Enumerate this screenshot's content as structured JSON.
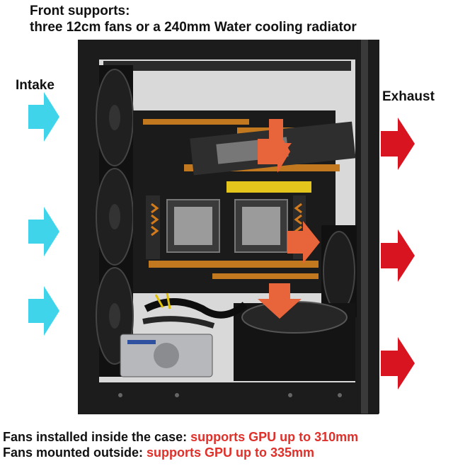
{
  "header": {
    "line1": "Front supports:",
    "line2": "three 12cm fans or a 240mm Water cooling radiator"
  },
  "labels": {
    "intake": "Intake",
    "exhaust": "Exhaust"
  },
  "footer": {
    "line1_prefix": "Fans installed inside the case: ",
    "line1_value": "supports GPU up to 310mm",
    "line2_prefix": "Fans mounted outside: ",
    "line2_value": "supports GPU up to 335mm"
  },
  "colors": {
    "intake_arrow": "#3fd4ea",
    "exhaust_arrow": "#d81420",
    "airflow_arrow": "#e8643a",
    "highlight_text": "#e0302a"
  }
}
